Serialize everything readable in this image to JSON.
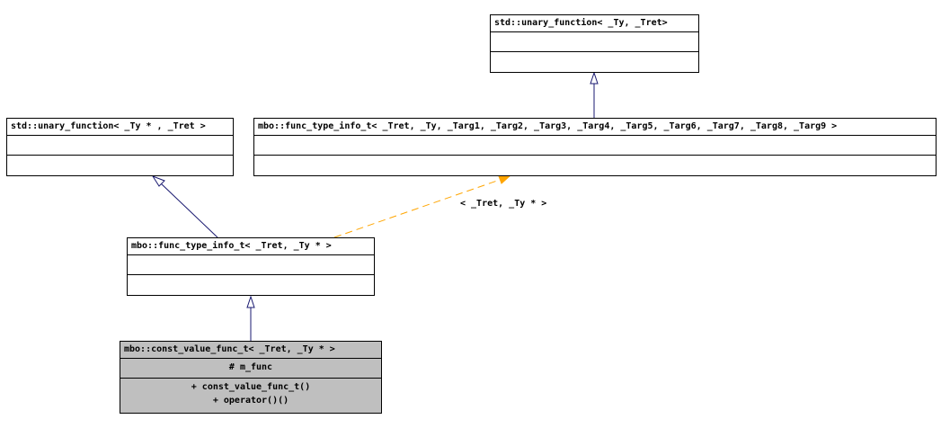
{
  "classes": {
    "std_unary_ty_tret": {
      "title": "std::unary_function< _Ty, _Tret>",
      "attributes": [],
      "methods": []
    },
    "std_unary_typtr_tret": {
      "title": "std::unary_function< _Ty * , _Tret >",
      "attributes": [],
      "methods": []
    },
    "func_type_info_full": {
      "title": "mbo::func_type_info_t< _Tret, _Ty, _Targ1, _Targ2, _Targ3, _Targ4, _Targ5, _Targ6, _Targ7, _Targ8, _Targ9 >",
      "attributes": [],
      "methods": []
    },
    "func_type_info_ptr": {
      "title": "mbo::func_type_info_t< _Tret, _Ty * >",
      "attributes": [],
      "methods": []
    },
    "const_value_func": {
      "title": "mbo::const_value_func_t< _Tret, _Ty * >",
      "attributes": [
        "# m_func"
      ],
      "methods": [
        "+ const_value_func_t()",
        "+ operator()()"
      ]
    }
  },
  "edge_labels": {
    "template_binding": "< _Tret, _Ty * >"
  },
  "colors": {
    "inheritance": "#191970",
    "template": "#ffa500",
    "highlight_fill": "#bfbfbf"
  }
}
